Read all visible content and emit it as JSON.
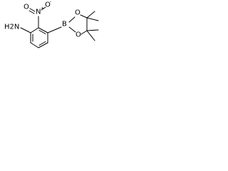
{
  "molecule": {
    "atom_labels": {
      "amine": "H2N",
      "nitro_n": "N",
      "nitro_charge_plus": "+",
      "nitro_o_top": "O",
      "nitro_charge_minus": "-",
      "nitro_o_left": "O",
      "boron": "B",
      "ring_o_top": "O",
      "ring_o_bottom": "O"
    },
    "colors": {
      "bond": "#000000",
      "label": "#000000",
      "background": "#ffffff"
    }
  }
}
